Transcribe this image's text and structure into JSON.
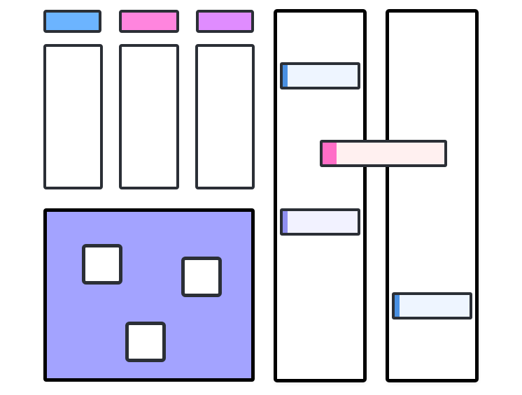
{
  "tabs": [
    {
      "name": "blue",
      "color": "#6cb4ff"
    },
    {
      "name": "pink",
      "color": "#ff85de"
    },
    {
      "name": "purple",
      "color": "#e08cff"
    }
  ],
  "board": {
    "color": "#a3a3ff",
    "tiles": [
      {
        "id": "tile-1"
      },
      {
        "id": "tile-2"
      },
      {
        "id": "tile-3"
      }
    ]
  },
  "cards": [
    {
      "id": "card-1",
      "accent": "#4a90e2",
      "fill": "#eef5ff",
      "text": ""
    },
    {
      "id": "card-2",
      "accent": "#ff6ec7",
      "fill": "#fff0f0",
      "text": ""
    },
    {
      "id": "card-3",
      "accent": "#8f8ff0",
      "fill": "#f2f2ff",
      "text": ""
    },
    {
      "id": "card-4",
      "accent": "#4a90e2",
      "fill": "#eef5ff",
      "text": ""
    }
  ]
}
